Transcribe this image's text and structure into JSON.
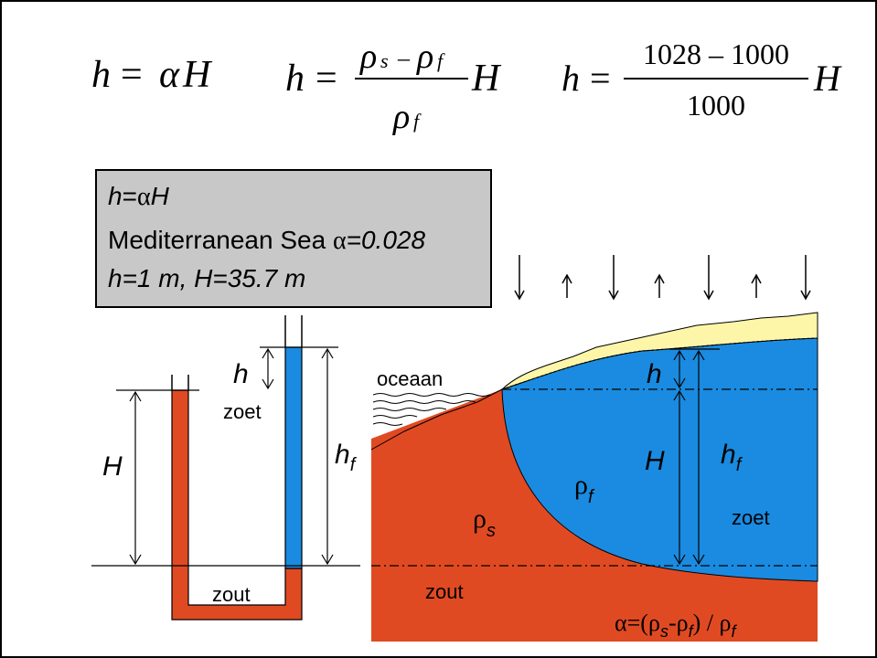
{
  "formulas": {
    "f1": {
      "lhs": "h",
      "eq": "=",
      "alpha": "α",
      "H": "H"
    },
    "f2": {
      "lhs": "h",
      "eq": "=",
      "num_rho1": "ρ",
      "num_sub1": "s",
      "minus": "–",
      "num_rho2": "ρ",
      "num_sub2": "f",
      "den_rho": "ρ",
      "den_sub": "f",
      "H": "H"
    },
    "f3": {
      "lhs": "h",
      "eq": "=",
      "numerator": "1028 – 1000",
      "denominator": "1000",
      "H": "H"
    }
  },
  "infobox": {
    "line1_h": "h",
    "line1_eq": "=",
    "line1_alpha": "α",
    "line1_H": "H",
    "line2_text": "Mediterranean Sea ",
    "line2_alpha": "α",
    "line2_value": "=0.028",
    "line3": "h=1 m, H=35.7 m"
  },
  "utube": {
    "label_h": "h",
    "label_zoet": "zoet",
    "label_H": "H",
    "label_hf": "h",
    "label_hf_sub": "f",
    "label_zout": "zout"
  },
  "cross_section": {
    "label_oceaan": "oceaan",
    "label_h": "h",
    "label_H": "H",
    "label_hf": "h",
    "label_hf_sub": "f",
    "label_rho_f": "ρ",
    "label_rho_f_sub": "f",
    "label_rho_s": "ρ",
    "label_rho_s_sub": "s",
    "label_zoet": "zoet",
    "label_zout": "zout",
    "alpha_formula": {
      "alpha": "α",
      "eq_open": "=(",
      "rho1": "ρ",
      "sub1": "s",
      "minus": "-",
      "rho2": "ρ",
      "sub2": "f",
      "close_div": ") / ",
      "rho3": "ρ",
      "sub3": "f"
    }
  },
  "colors": {
    "saltwater": "#e04a22",
    "freshwater": "#1a8be0",
    "sand": "#fdf6a8",
    "infobox": "#c8c8c8"
  }
}
